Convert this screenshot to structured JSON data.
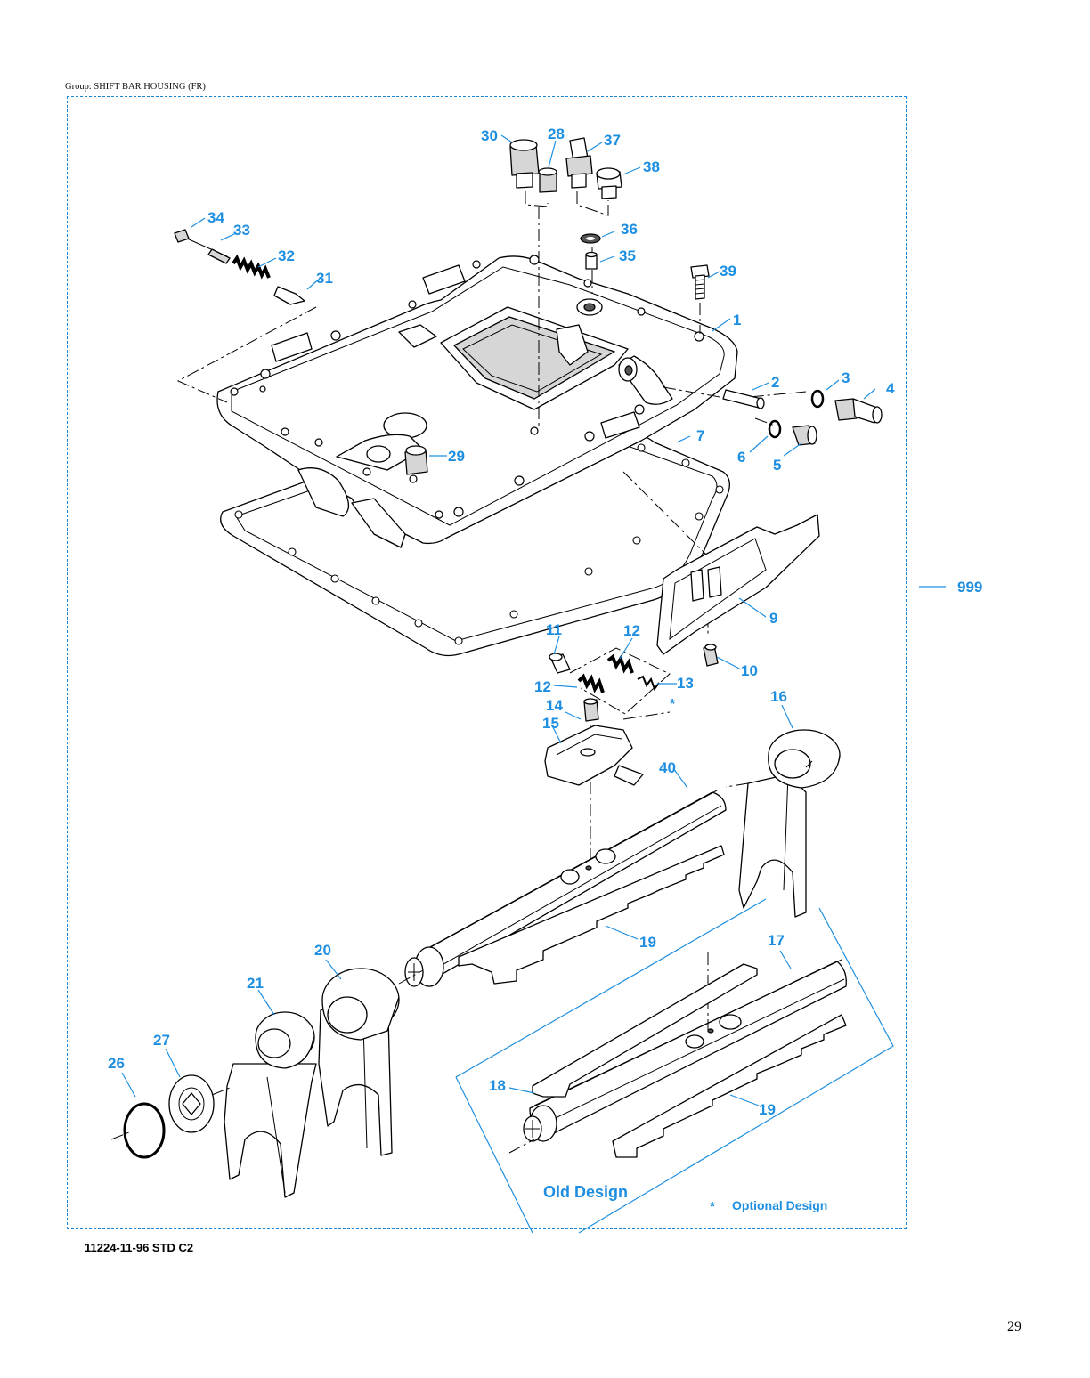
{
  "header": {
    "group_label": "Group: SHIFT BAR HOUSING (FR)"
  },
  "callouts": {
    "c1": "1",
    "c2": "2",
    "c3": "3",
    "c4": "4",
    "c5": "5",
    "c6": "6",
    "c7": "7",
    "c9": "9",
    "c10": "10",
    "c11": "11",
    "c12a": "12",
    "c12b": "12",
    "c13": "13",
    "c14": "14",
    "c15": "15",
    "c16": "16",
    "c17": "17",
    "c18": "18",
    "c19a": "19",
    "c19b": "19",
    "c20": "20",
    "c21": "21",
    "c26": "26",
    "c27": "27",
    "c28": "28",
    "c29": "29",
    "c30": "30",
    "c31": "31",
    "c32": "32",
    "c33": "33",
    "c34": "34",
    "c35": "35",
    "c36": "36",
    "c37": "37",
    "c38": "38",
    "c39": "39",
    "c40": "40",
    "c999": "999"
  },
  "notes": {
    "asterisk": "*",
    "old_design": "Old Design",
    "optional_design": "Optional Design"
  },
  "footer": {
    "drawing_code": "11224-11-96 STD C2",
    "page_number": "29"
  },
  "colors": {
    "callout_blue": "#1e8fe0",
    "frame_blue": "#1a86d9"
  }
}
